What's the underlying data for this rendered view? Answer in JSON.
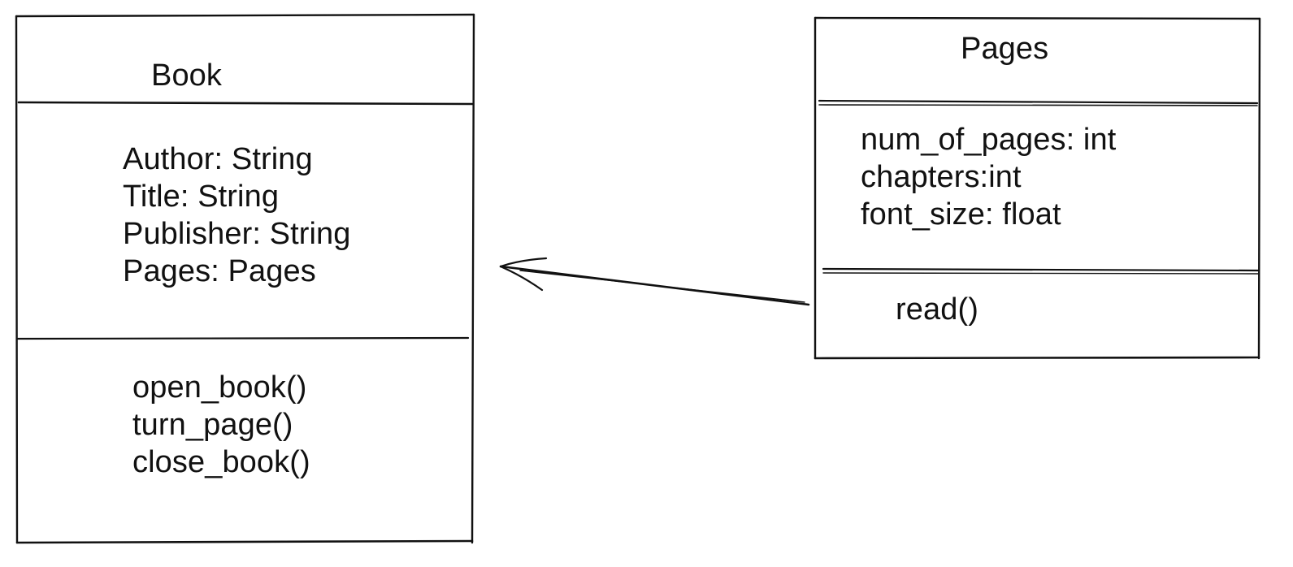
{
  "diagram": {
    "classes": [
      {
        "name": "Book",
        "attributes": [
          "Author: String",
          "Title: String",
          "Publisher: String",
          "Pages: Pages"
        ],
        "methods": [
          "open_book()",
          "turn_page()",
          "close_book()"
        ]
      },
      {
        "name": "Pages",
        "attributes": [
          "num_of_pages: int",
          "chapters:int",
          "font_size: float"
        ],
        "methods": [
          "read()"
        ]
      }
    ],
    "relationships": [
      {
        "from": "Pages",
        "to": "Book",
        "type": "association-arrow"
      }
    ]
  }
}
